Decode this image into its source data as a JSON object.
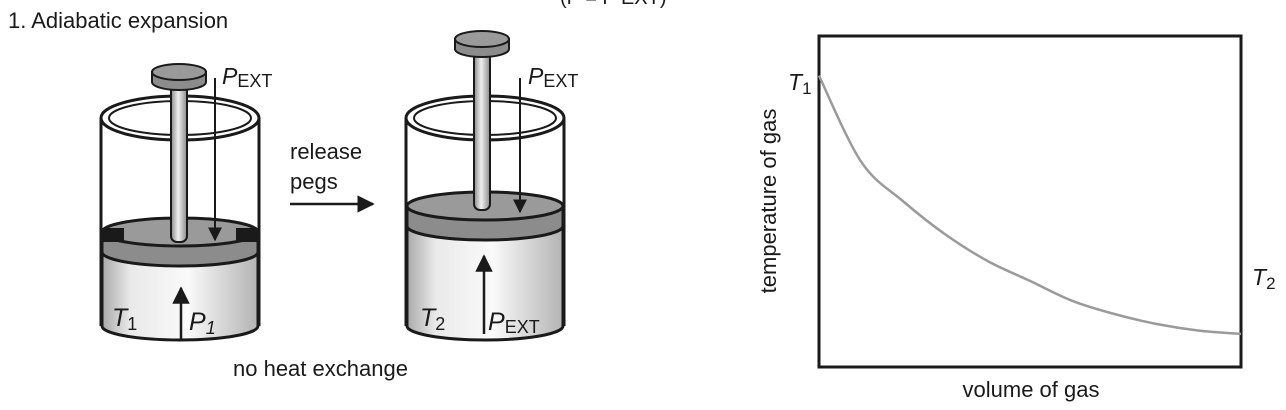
{
  "top_cut_text": "(P = P EXT)",
  "heading": "1. Adiabatic expansion",
  "left_cylinder": {
    "pressure_ext": {
      "symbol": "P",
      "subscript": "EXT"
    },
    "temperature": {
      "symbol": "T",
      "subscript": "1"
    },
    "pressure_gas": {
      "symbol": "P",
      "subscript": "1"
    }
  },
  "transition": {
    "line1": "release",
    "line2": "pegs"
  },
  "right_cylinder": {
    "pressure_ext": {
      "symbol": "P",
      "subscript": "EXT"
    },
    "temperature": {
      "symbol": "T",
      "subscript": "2"
    },
    "pressure_gas": {
      "symbol": "P",
      "subscript": "EXT"
    }
  },
  "caption": "no heat exchange",
  "chart_data": {
    "type": "line",
    "xlabel": "volume of gas",
    "ylabel": "temperature of gas",
    "curve_color": "#9a9a9a",
    "frame_color": "#1a1a1a",
    "start_label": {
      "symbol": "T",
      "subscript": "1"
    },
    "end_label": {
      "symbol": "T",
      "subscript": "2"
    },
    "xlim": [
      0,
      1
    ],
    "ylim": [
      0,
      1
    ],
    "series": [
      {
        "x": [
          0.0,
          0.1,
          0.2,
          0.3,
          0.4,
          0.5,
          0.6,
          0.7,
          0.8,
          0.9,
          1.0
        ],
        "y": [
          0.88,
          0.62,
          0.5,
          0.4,
          0.32,
          0.26,
          0.2,
          0.16,
          0.13,
          0.11,
          0.1
        ]
      }
    ]
  },
  "colors": {
    "gas_fill": "#e6e6e6",
    "piston_fill": "#8c8c8c",
    "piston_top": "#9a9a9a",
    "rod_fill": "#d8d8d8",
    "peg_fill": "#1a1a1a",
    "line": "#1a1a1a"
  }
}
